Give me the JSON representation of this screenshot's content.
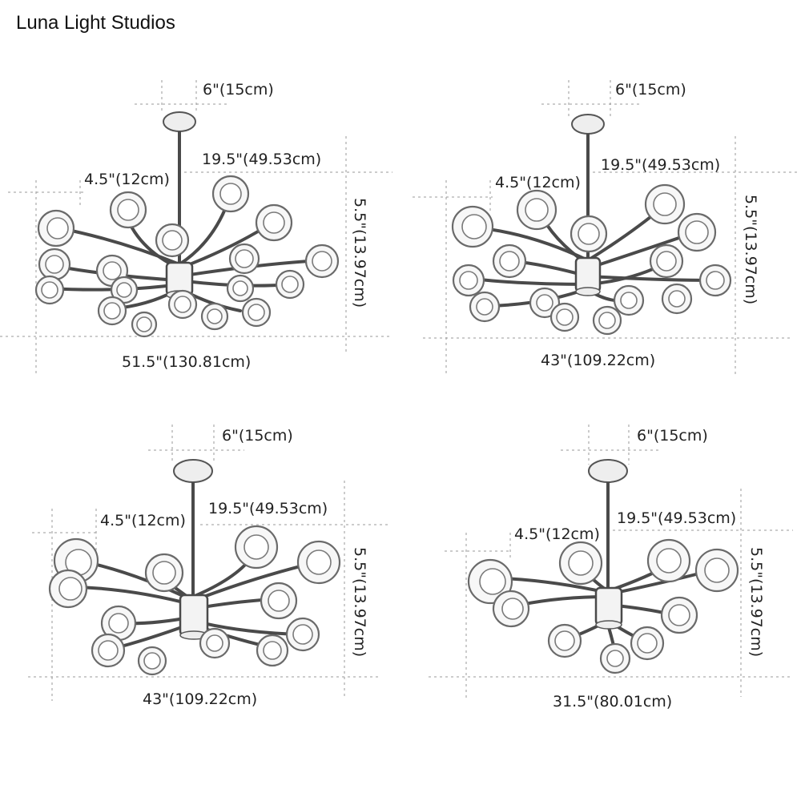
{
  "brand": {
    "name": "Luna Light Studios"
  },
  "variants": [
    {
      "id": "large-18",
      "width_label": "51.5\"(130.81cm)",
      "canopy_label": "6\"(15cm)",
      "drop_label": "19.5\"(49.53cm)",
      "globe_label": "4.5\"(12cm)",
      "height_label": "5.5\"(13.97cm)",
      "globe_count": 18
    },
    {
      "id": "medium-15",
      "width_label": "43\"(109.22cm)",
      "canopy_label": "6\"(15cm)",
      "drop_label": "19.5\"(49.53cm)",
      "globe_label": "4.5\"(12cm)",
      "height_label": "5.5\"(13.97cm)",
      "globe_count": 15
    },
    {
      "id": "medium-12",
      "width_label": "43\"(109.22cm)",
      "canopy_label": "6\"(15cm)",
      "drop_label": "19.5\"(49.53cm)",
      "globe_label": "4.5\"(12cm)",
      "height_label": "5.5\"(13.97cm)",
      "globe_count": 12
    },
    {
      "id": "small-9",
      "width_label": "31.5\"(80.01cm)",
      "canopy_label": "6\"(15cm)",
      "drop_label": "19.5\"(49.53cm)",
      "globe_label": "4.5\"(12cm)",
      "height_label": "5.5\"(13.97cm)",
      "globe_count": 9
    }
  ]
}
